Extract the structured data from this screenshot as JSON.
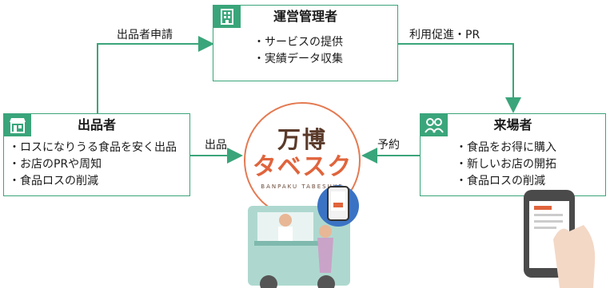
{
  "diagram": {
    "admin": {
      "title": "運営管理者",
      "items": [
        "・サービスの提供",
        "・実績データ収集"
      ]
    },
    "seller": {
      "title": "出品者",
      "items": [
        "・ロスになりうる食品を安く出品",
        "・お店のPRや周知",
        "・食品ロスの削減"
      ]
    },
    "visitor": {
      "title": "来場者",
      "items": [
        "・食品をお得に購入",
        "・新しいお店の開拓",
        "・食品ロスの削減"
      ]
    },
    "flows": {
      "apply": "出品者申請",
      "promote": "利用促進・PR",
      "list": "出品",
      "reserve": "予約"
    },
    "logo": {
      "line1": "万博",
      "line2": "タベスク",
      "line3": "BANPAKU TABESUKE"
    }
  },
  "colors": {
    "box_border": "#3aa57a",
    "arrow": "#3aa57a",
    "logo_accent": "#e0643c"
  },
  "icons": {
    "admin": "building-icon",
    "seller": "storefront-icon",
    "visitor": "people-icon"
  }
}
